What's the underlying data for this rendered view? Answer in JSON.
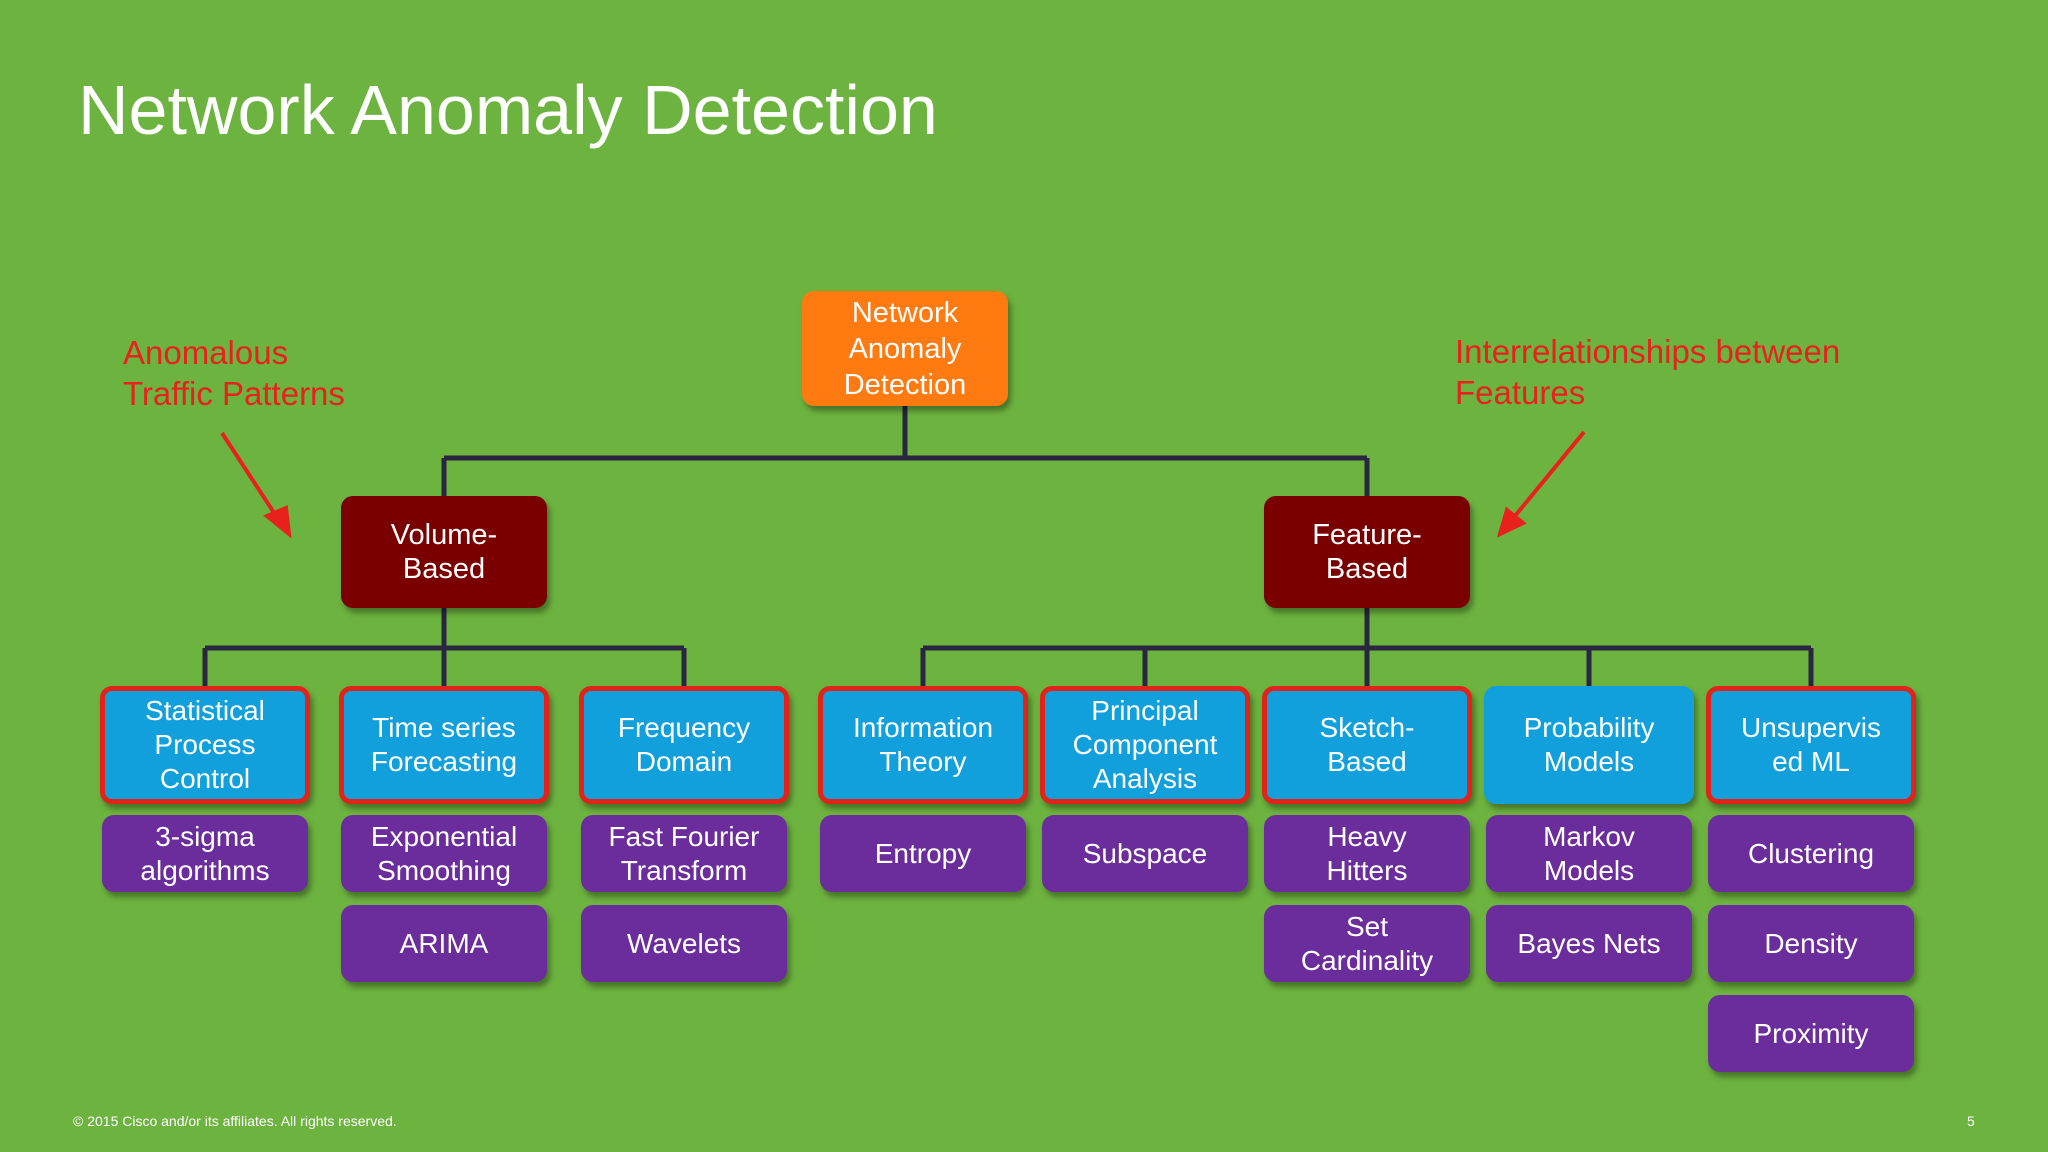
{
  "title": "Network Anomaly Detection",
  "notes": {
    "left": "Anomalous\nTraffic Patterns",
    "right": "Interrelationships between\nFeatures"
  },
  "colors": {
    "background": "#6db33f",
    "root": "#ff7a10",
    "branch": "#7a0000",
    "method": "#11a0dc",
    "method_highlight_border": "#e2231a",
    "algorithm": "#6b2d9b",
    "note_text": "#e8211d",
    "connector": "#2a2540"
  },
  "tree": {
    "root": "Network\nAnomaly\nDetection",
    "branches": [
      {
        "label": "Volume-\nBased",
        "methods": [
          {
            "label": "Statistical\nProcess\nControl",
            "highlighted": true,
            "algorithms": [
              "3-sigma\nalgorithms"
            ]
          },
          {
            "label": "Time series\nForecasting",
            "highlighted": true,
            "algorithms": [
              "Exponential\nSmoothing",
              "ARIMA"
            ]
          },
          {
            "label": "Frequency\nDomain",
            "highlighted": true,
            "algorithms": [
              "Fast Fourier\nTransform",
              "Wavelets"
            ]
          }
        ]
      },
      {
        "label": "Feature-\nBased",
        "methods": [
          {
            "label": "Information\nTheory",
            "highlighted": true,
            "algorithms": [
              "Entropy"
            ]
          },
          {
            "label": "Principal\nComponent\nAnalysis",
            "highlighted": true,
            "algorithms": [
              "Subspace"
            ]
          },
          {
            "label": "Sketch-\nBased",
            "highlighted": true,
            "algorithms": [
              "Heavy\nHitters",
              "Set\nCardinality"
            ]
          },
          {
            "label": "Probability\nModels",
            "highlighted": false,
            "algorithms": [
              "Markov\nModels",
              "Bayes Nets"
            ]
          },
          {
            "label": "Unsupervis\ned ML",
            "highlighted": true,
            "algorithms": [
              "Clustering",
              "Density",
              "Proximity"
            ]
          }
        ]
      }
    ]
  },
  "footer": "© 2015 Cisco and/or its affiliates. All rights reserved.",
  "page_number": "5"
}
